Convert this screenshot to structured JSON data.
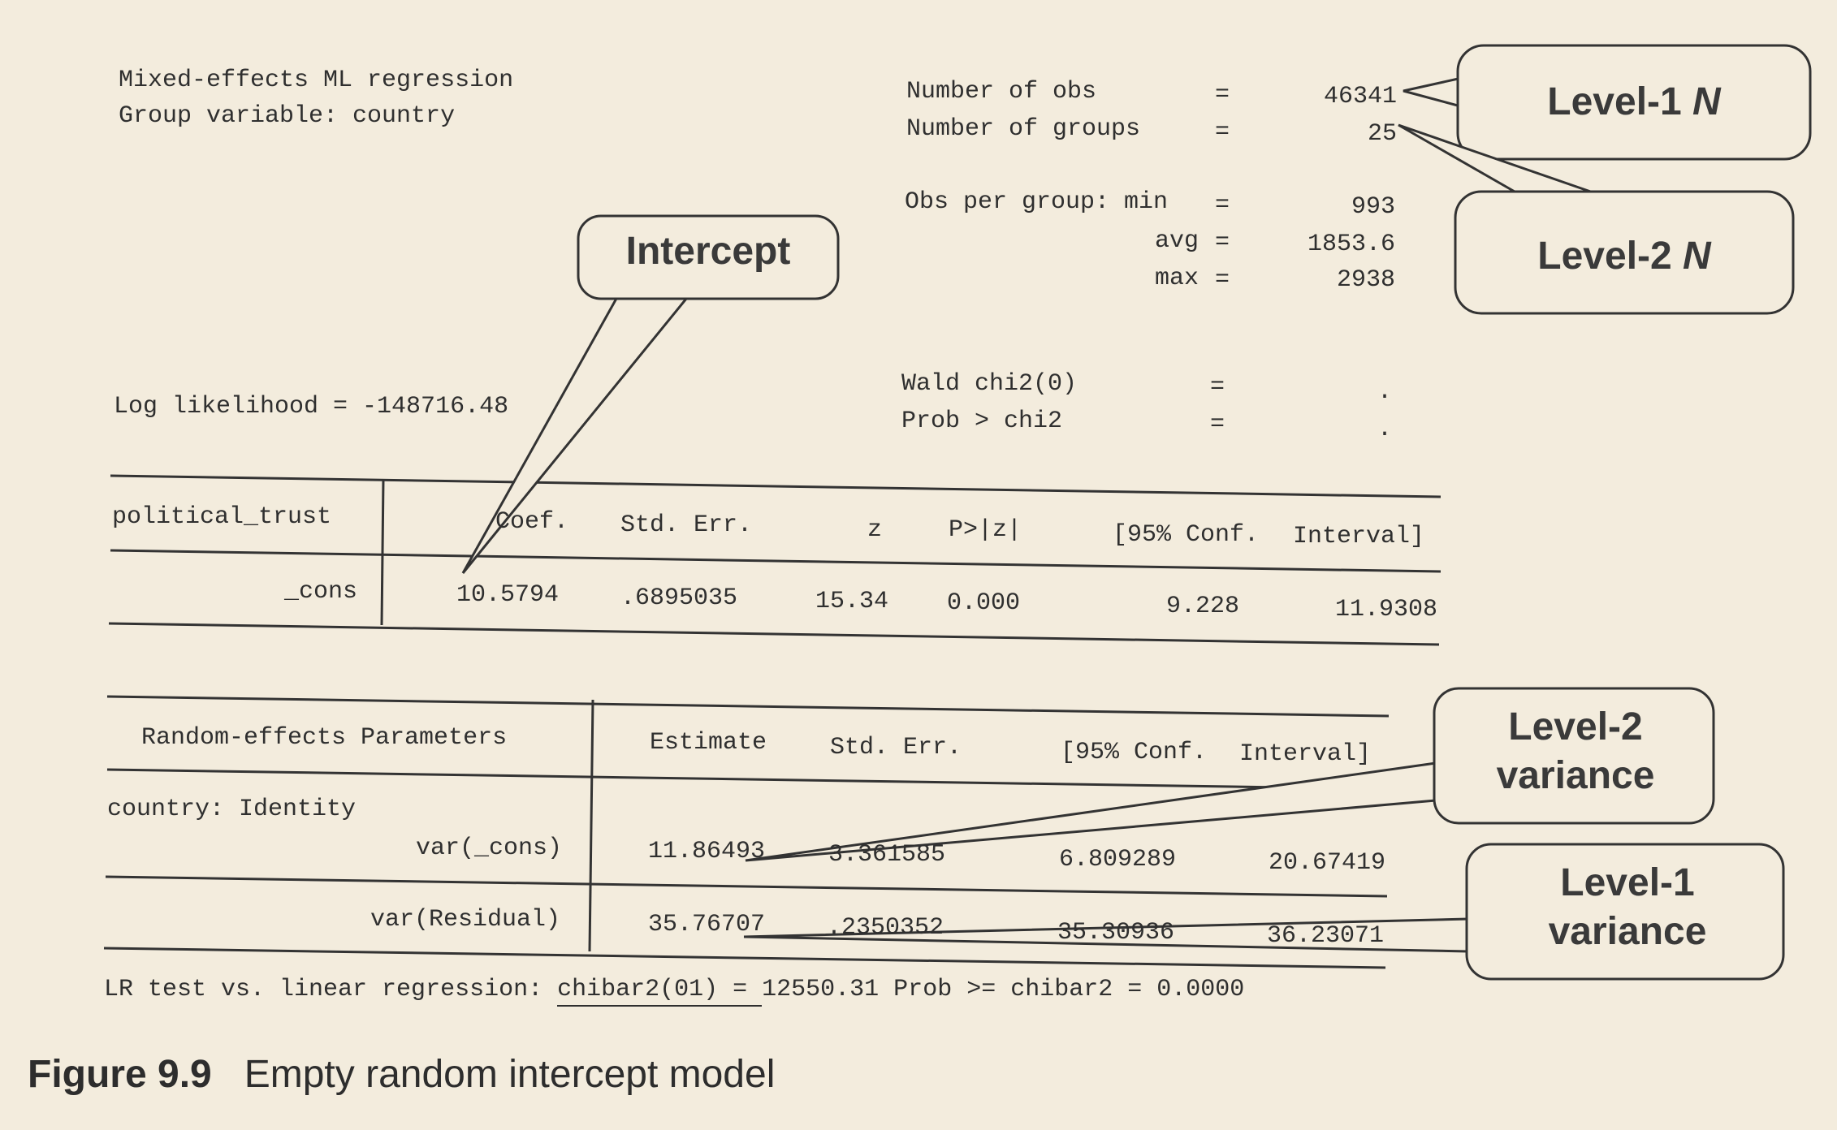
{
  "header": {
    "title": "Mixed-effects ML regression",
    "group_var": "Group variable: country",
    "loglik": "Log likelihood = -148716.48",
    "stats": [
      {
        "label": "Number of obs",
        "eq": "=",
        "value": "46341"
      },
      {
        "label": "Number of groups",
        "eq": "=",
        "value": "25"
      },
      {
        "label": "Obs per group: min",
        "eq": "=",
        "value": "993"
      },
      {
        "label": "avg",
        "eq": "=",
        "value": "1853.6"
      },
      {
        "label": "max",
        "eq": "=",
        "value": "2938"
      },
      {
        "label": "Wald chi2(0)",
        "eq": "=",
        "value": "."
      },
      {
        "label": "Prob > chi2",
        "eq": "=",
        "value": "."
      }
    ]
  },
  "fixed_table": {
    "depvar": "political_trust",
    "headers": [
      "Coef.",
      "Std. Err.",
      "z",
      "P>|z|",
      "[95% Conf.",
      "Interval]"
    ],
    "row": {
      "name": "_cons",
      "cells": [
        "10.5794",
        ".6895035",
        "15.34",
        "0.000",
        "9.228",
        "11.9308"
      ]
    }
  },
  "random_table": {
    "title": "Random-effects Parameters",
    "headers": [
      "Estimate",
      "Std. Err.",
      "[95% Conf.",
      "Interval]"
    ],
    "group_label": "country: Identity",
    "rows": [
      {
        "name": "var(_cons)",
        "cells": [
          "11.86493",
          "3.361585",
          "6.809289",
          "20.67419"
        ]
      },
      {
        "name": "var(Residual)",
        "cells": [
          "35.76707",
          ".2350352",
          "35.30936",
          "36.23071"
        ]
      }
    ]
  },
  "lr_test": {
    "prefix": "LR test vs. linear regression:",
    "stat": "chibar2(01) = ",
    "rest": "12550.31 Prob >= chibar2 = 0.0000"
  },
  "callouts": {
    "intercept": "Intercept",
    "level1_n": "Level-1",
    "level2_n": "Level-2",
    "n_letter": "N",
    "level2_var": "Level-2 variance",
    "level1_var": "Level-1 variance"
  },
  "caption": {
    "label": "Figure 9.9",
    "text": "Empty random intercept model"
  }
}
